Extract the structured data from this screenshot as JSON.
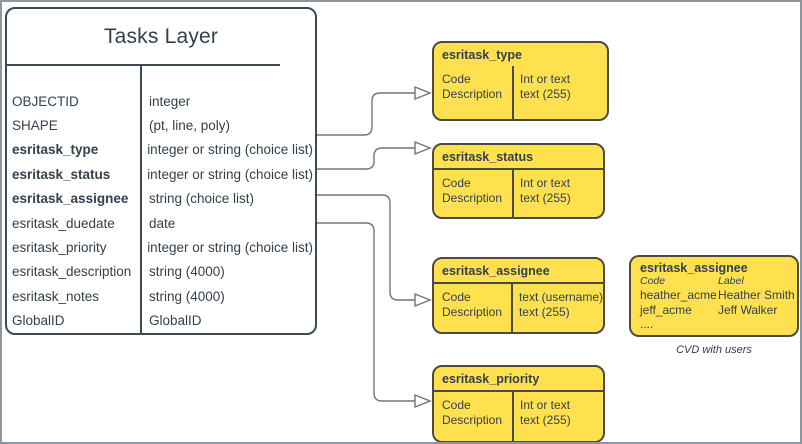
{
  "table": {
    "title": "Tasks Layer",
    "rows": [
      {
        "name": "OBJECTID",
        "type": "integer"
      },
      {
        "name": "SHAPE",
        "type": "(pt, line, poly)"
      },
      {
        "name": "esritask_type",
        "type": "integer or string (choice list)"
      },
      {
        "name": "esritask_status",
        "type": "integer or string (choice list)"
      },
      {
        "name": "esritask_assignee",
        "type": "string (choice list)"
      },
      {
        "name": "esritask_duedate",
        "type": "date"
      },
      {
        "name": "esritask_priority",
        "type": "integer or string (choice list)"
      },
      {
        "name": "esritask_description",
        "type": "string (4000)"
      },
      {
        "name": "esritask_notes",
        "type": "string (4000)"
      },
      {
        "name": "GlobalID",
        "type": "GlobalID"
      }
    ]
  },
  "domains": [
    {
      "title": "esritask_type",
      "fields": [
        "Code",
        "Description"
      ],
      "types": [
        "Int or text",
        "text (255)"
      ]
    },
    {
      "title": "esritask_status",
      "fields": [
        "Code",
        "Description"
      ],
      "types": [
        "Int or text",
        "text (255)"
      ]
    },
    {
      "title": "esritask_assignee",
      "fields": [
        "Code",
        "Description"
      ],
      "types": [
        "text (username)",
        "text (255)"
      ]
    },
    {
      "title": "esritask_priority",
      "fields": [
        "Code",
        "Description"
      ],
      "types": [
        "Int or text",
        "text (255)"
      ]
    }
  ],
  "cvd": {
    "title": "esritask_assignee",
    "columns": [
      "Code",
      "Label"
    ],
    "rows": [
      {
        "code": "heather_acme",
        "label": "Heather Smith"
      },
      {
        "code": "jeff_acme",
        "label": "Jeff Walker"
      },
      {
        "code": "....",
        "label": ""
      }
    ],
    "caption": "CVD with users"
  },
  "colors": {
    "domain_fill": "#FFE14F",
    "domain_border": "#4D4A43",
    "entity_line": "#3E4A55",
    "text": "#33404D",
    "connector": "#6E767E"
  }
}
